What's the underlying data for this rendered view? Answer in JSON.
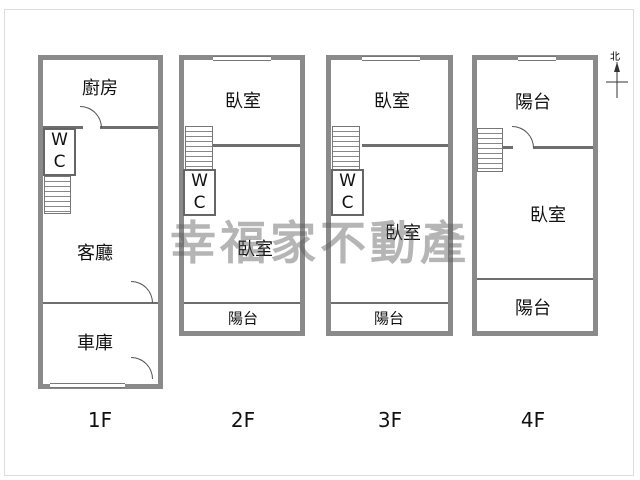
{
  "floors": [
    {
      "label": "1F",
      "rooms": [
        "廚房",
        "客廳",
        "車庫"
      ],
      "wc": [
        "W",
        "C"
      ]
    },
    {
      "label": "2F",
      "rooms": [
        "臥室",
        "臥室",
        "陽台"
      ],
      "wc": [
        "W",
        "C"
      ]
    },
    {
      "label": "3F",
      "rooms": [
        "臥室",
        "臥室",
        "陽台"
      ],
      "wc": [
        "W",
        "C"
      ]
    },
    {
      "label": "4F",
      "rooms": [
        "陽台",
        "臥室",
        "陽台"
      ]
    }
  ],
  "compass": {
    "label": "北"
  },
  "watermark": "幸福家不動產"
}
